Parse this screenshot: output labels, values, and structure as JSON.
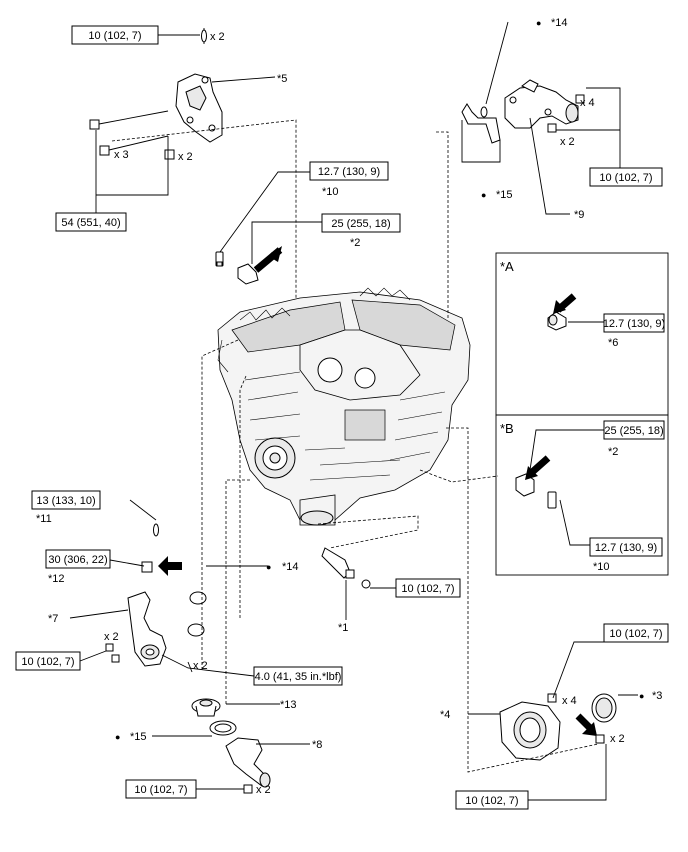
{
  "torque": {
    "t_10": "10 (102, 7)",
    "t_54": "54 (551, 40)",
    "t_127": "12.7 (130, 9)",
    "t_25": "25 (255, 18)",
    "t_13": "13 (133, 10)",
    "t_30": "30 (306, 22)",
    "t_40": "4.0 (41, 35 in.*lbf)"
  },
  "callouts": {
    "c1": "*1",
    "c2": "*2",
    "c3": "*3",
    "c4": "*4",
    "c5": "*5",
    "c6": "*6",
    "c7": "*7",
    "c8": "*8",
    "c9": "*9",
    "c10": "*10",
    "c11": "*11",
    "c12": "*12",
    "c13": "*13",
    "c14": "*14",
    "c15": "*15"
  },
  "qty": {
    "x2": "x 2",
    "x3": "x 3",
    "x4": "x 4"
  },
  "insets": {
    "a": "*A",
    "b": "*B"
  },
  "bullet": "●"
}
